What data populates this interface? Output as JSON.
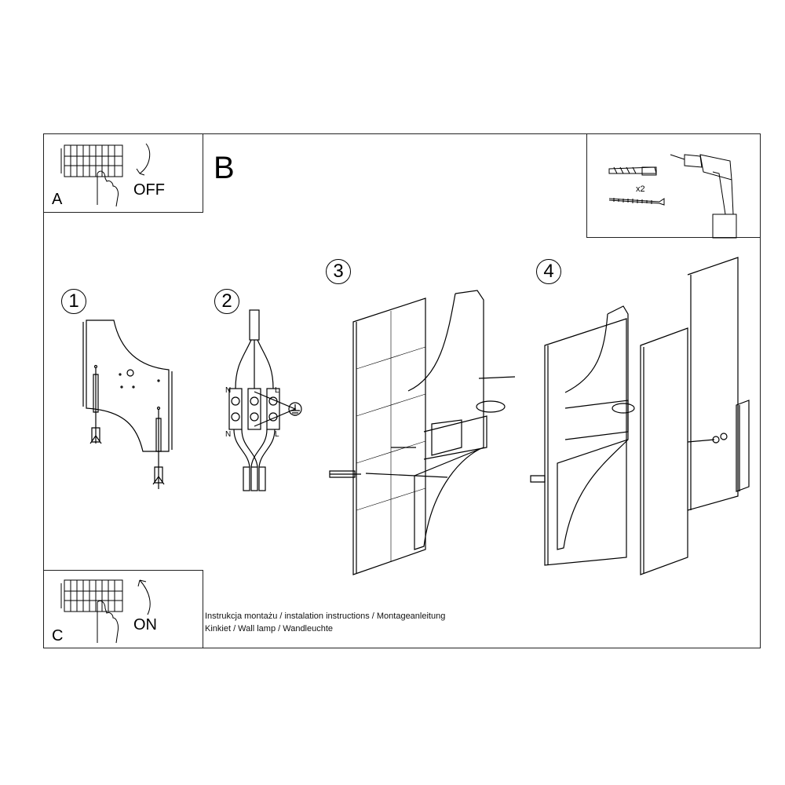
{
  "panels": {
    "a": {
      "letter": "A",
      "action": "OFF"
    },
    "b": {
      "letter": "B"
    },
    "c": {
      "letter": "C",
      "action": "ON"
    },
    "tools": {
      "quantity": "x2",
      "icons": [
        "wall-plug-icon",
        "screw-icon",
        "drill-icon"
      ]
    }
  },
  "steps": [
    {
      "number": "1"
    },
    {
      "number": "2",
      "wiring": {
        "top_left": "N",
        "top_right": "L",
        "bottom_left": "N",
        "bottom_right": "L",
        "ground": "ground-icon"
      }
    },
    {
      "number": "3"
    },
    {
      "number": "4"
    }
  ],
  "caption": {
    "line1": "Instrukcja montażu / instalation instructions / Montageanleitung",
    "line2": "Kinkiet / Wall lamp / Wandleuchte"
  }
}
